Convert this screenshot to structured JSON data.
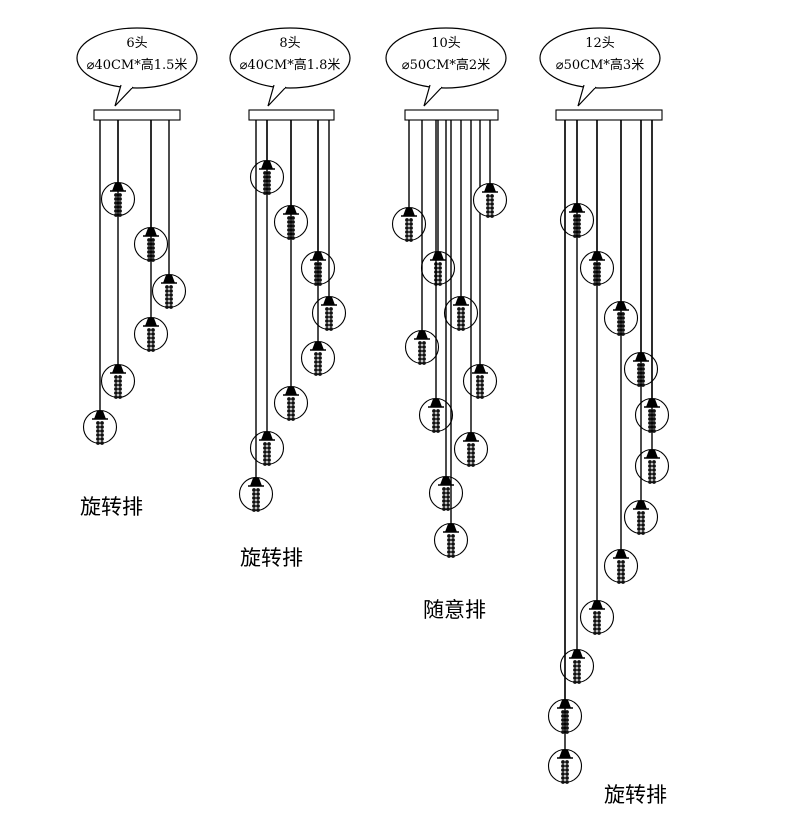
{
  "fixtures": [
    {
      "title": "6头",
      "spec": "⌀40CM*高1.5米",
      "caption": "旋转排",
      "pendants": 6
    },
    {
      "title": "8头",
      "spec": "⌀40CM*高1.8米",
      "caption": "旋转排",
      "pendants": 8
    },
    {
      "title": "10头",
      "spec": "⌀50CM*高2米",
      "caption": "随意排",
      "pendants": 10
    },
    {
      "title": "12头",
      "spec": "⌀50CM*高3米",
      "caption": "旋转排",
      "pendants": 12
    }
  ]
}
